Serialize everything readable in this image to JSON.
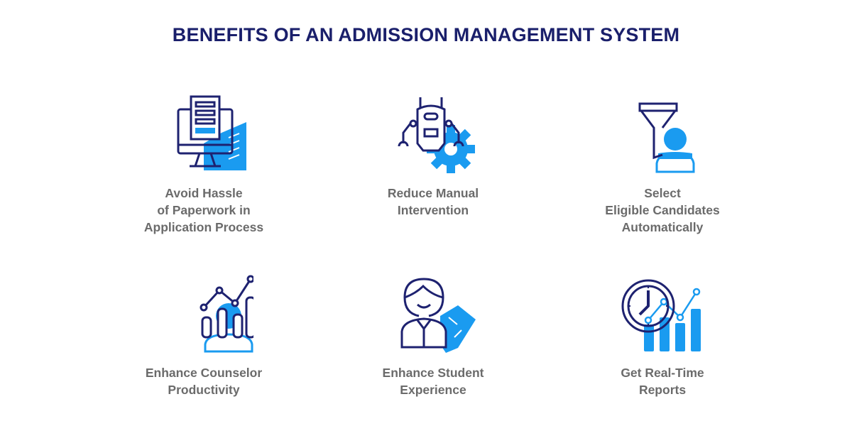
{
  "title": "BENEFITS OF AN ADMISSION MANAGEMENT SYSTEM",
  "colors": {
    "title": "#1a1f6b",
    "icon_outline": "#1e2270",
    "icon_accent": "#1a9bf0",
    "label": "#6b6b6b",
    "background": "#ffffff"
  },
  "benefits": [
    {
      "icon": "computer-document-icon",
      "lines": [
        "Avoid Hassle",
        "of Paperwork in",
        "Application Process"
      ]
    },
    {
      "icon": "robot-gear-icon",
      "lines": [
        "Reduce Manual",
        "Intervention"
      ]
    },
    {
      "icon": "funnel-person-icon",
      "lines": [
        "Select",
        "Eligible Candidates",
        "Automatically"
      ]
    },
    {
      "icon": "chart-person-icon",
      "lines": [
        "Enhance Counselor",
        "Productivity"
      ]
    },
    {
      "icon": "person-handshake-icon",
      "lines": [
        "Enhance Student",
        "Experience"
      ]
    },
    {
      "icon": "clock-chart-icon",
      "lines": [
        "Get Real-Time",
        "Reports"
      ]
    }
  ]
}
